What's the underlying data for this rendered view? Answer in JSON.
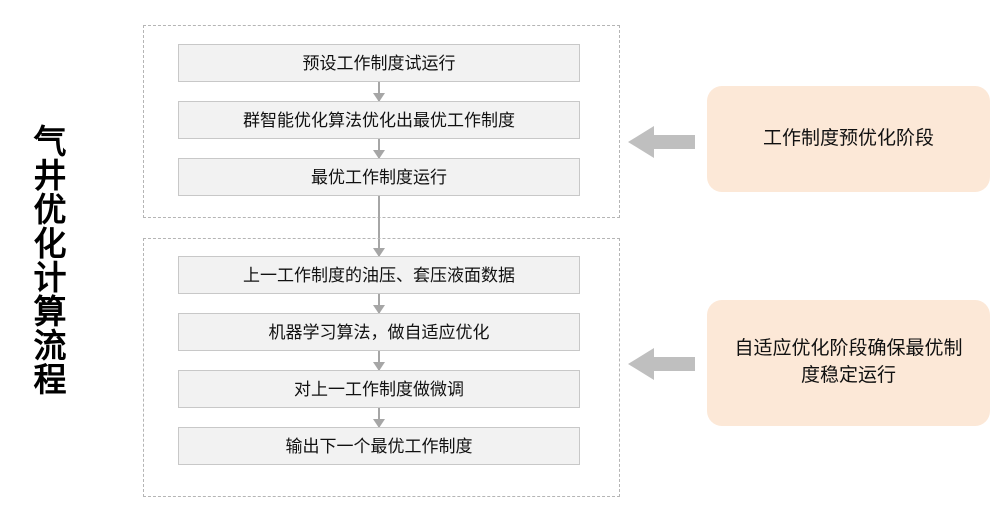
{
  "title": {
    "text": "气井优化计算流程"
  },
  "colors": {
    "box_fill": "#f2f2f2",
    "box_border": "#c8c8c8",
    "group_border": "#b5b5b5",
    "callout_fill": "#fce8d7",
    "arrow_gray": "#bfbfbf",
    "connector_gray": "#a6a6a6",
    "text": "#111111",
    "background": "#ffffff"
  },
  "groups": [
    {
      "id": "pre-optimization",
      "steps": [
        {
          "label": "预设工作制度试运行"
        },
        {
          "label": "群智能优化算法优化出最优工作制度"
        },
        {
          "label": "最优工作制度运行"
        }
      ],
      "callout": "工作制度预优化阶段"
    },
    {
      "id": "adaptive-optimization",
      "steps": [
        {
          "label": "上一工作制度的油压、套压液面数据"
        },
        {
          "label": "机器学习算法，做自适应优化"
        },
        {
          "label": "对上一工作制度做微调"
        },
        {
          "label": "输出下一个最优工作制度"
        }
      ],
      "callout": "自适应优化阶段确保最优制度稳定运行"
    }
  ],
  "icons": {
    "connector": "arrow-down-icon",
    "callout_pointer": "arrow-left-icon"
  }
}
